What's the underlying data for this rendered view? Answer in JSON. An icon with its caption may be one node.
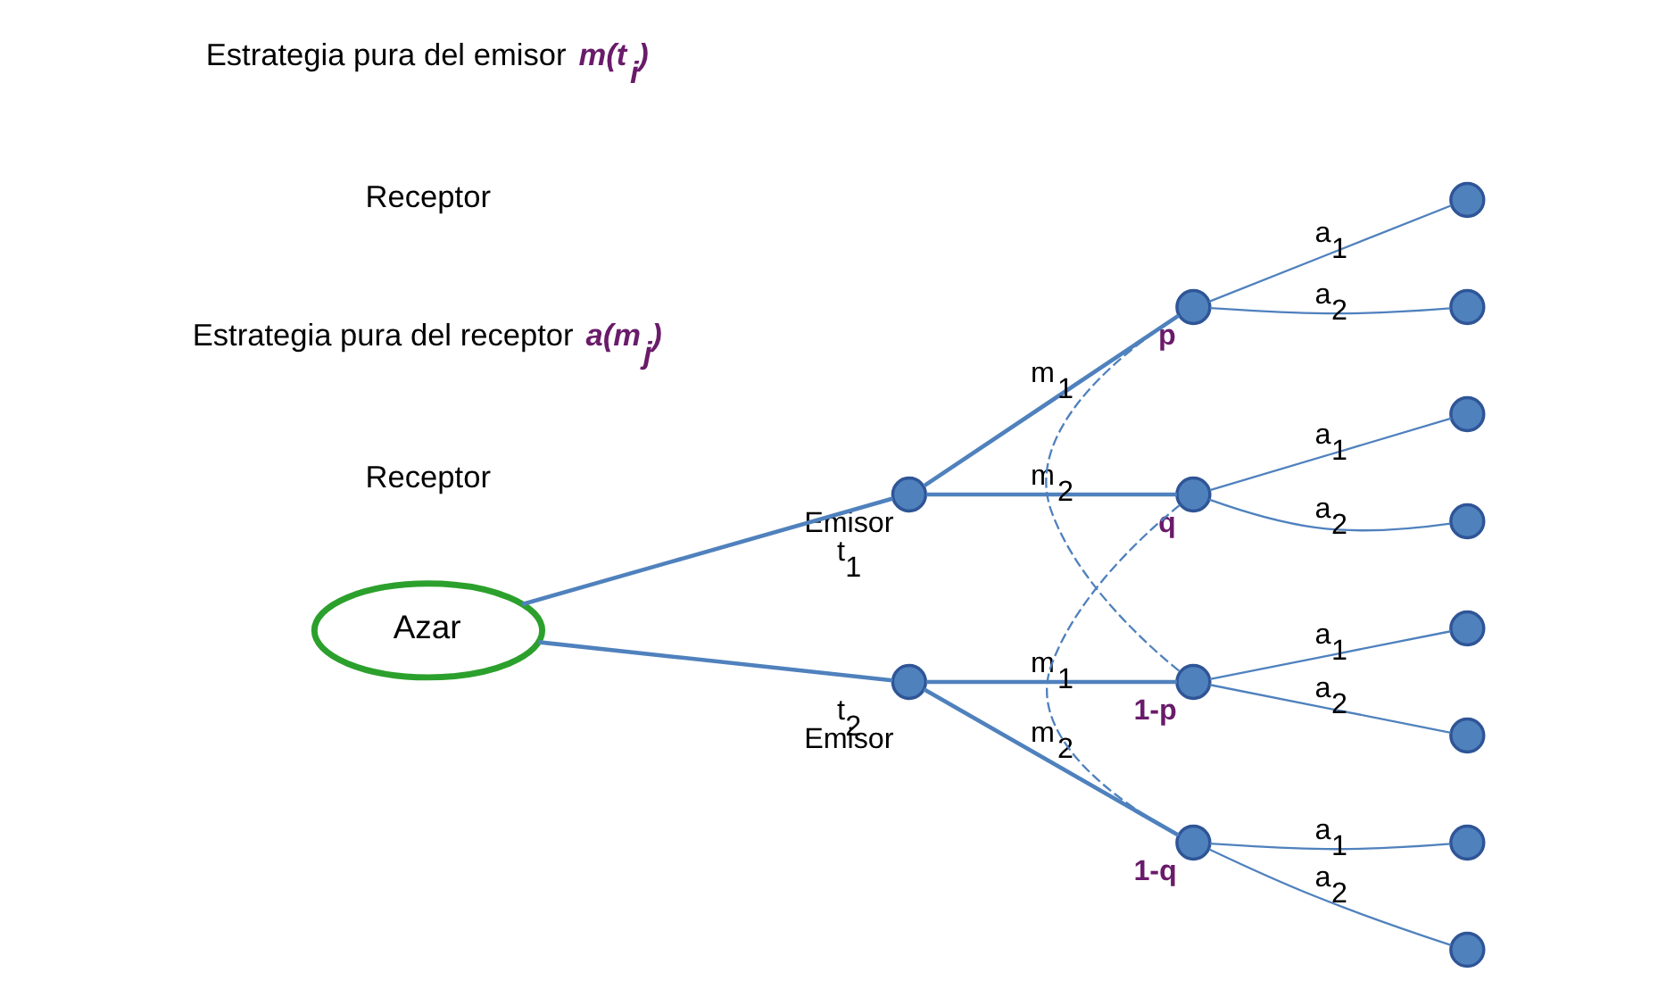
{
  "diagram": {
    "nodes": [
      {
        "text": [
          "Azar"
        ]
      },
      {
        "text": [],
        "shape": "circle",
        "beside": [
          "Emisor",
          "t$_{1}$"
        ]
      },
      {
        "text": [],
        "shape": "circle",
        "beside": [
          "t$_{2}$",
          "Emisor"
        ]
      },
      {
        "text": [],
        "shape": "circle",
        "beside": [
          "p"
        ]
      },
      {
        "text": [],
        "shape": "circle",
        "beside": [
          "q"
        ]
      },
      {
        "text": [],
        "shape": "circle",
        "beside": [
          "1-p"
        ]
      },
      {
        "text": [],
        "shape": "circle",
        "beside": [
          "1-q"
        ]
      },
      {
        "text": [],
        "shape": "circle"
      },
      {
        "text": [],
        "shape": "circle"
      },
      {
        "text": [],
        "shape": "circle"
      },
      {
        "text": [],
        "shape": "circle"
      },
      {
        "text": [],
        "shape": "circle"
      },
      {
        "text": [],
        "shape": "circle"
      },
      {
        "text": [],
        "shape": "circle"
      },
      {
        "text": [],
        "shape": "circle"
      }
    ],
    "edges": [
      {
        "from": 0,
        "to": 1,
        "arrow": "none"
      },
      {
        "from": 0,
        "to": 2,
        "arrow": "none"
      },
      {
        "from": 1,
        "to": 3,
        "arrow": "none",
        "label": "m$_{1}$"
      },
      {
        "from": 1,
        "to": 4,
        "arrow": "none",
        "label": "m$_{2}$"
      },
      {
        "from": 2,
        "to": 5,
        "arrow": "none",
        "label": "m$_{1}$"
      },
      {
        "from": 2,
        "to": 6,
        "arrow": "none",
        "label": "m$_{2}$"
      },
      {
        "from": 3,
        "to": 7,
        "arrow": "none",
        "label": "a$_{1}$"
      },
      {
        "from": 3,
        "to": 8,
        "arrow": "none",
        "label": "a$_{2}$"
      },
      {
        "from": 4,
        "to": 9,
        "arrow": "none",
        "label": "a$_{1}$"
      },
      {
        "from": 4,
        "to": 10,
        "arrow": "none",
        "label": "a$_{2}$"
      },
      {
        "from": 5,
        "to": 11,
        "arrow": "none",
        "label": "a$_{1}$"
      },
      {
        "from": 5,
        "to": 12,
        "arrow": "none",
        "label": "a$_{2}$"
      },
      {
        "from": 6,
        "to": 13,
        "arrow": "none",
        "label": "a$_{1}$"
      },
      {
        "from": 6,
        "to": 14,
        "arrow": "none",
        "label": "a$_{2}$"
      },
      {
        "from": 3,
        "to": 5,
        "arrow": "none",
        "style": "dashed"
      },
      {
        "from": 4,
        "to": 6,
        "arrow": "none",
        "style": "dashed"
      }
    ],
    "labels": [
      "Receptor",
      "Estrategia pura del receptor **a(m$_{j}$)**",
      "Receptor",
      "Estrategia pura del emisor **m(t$_{i}$)**"
    ]
  }
}
